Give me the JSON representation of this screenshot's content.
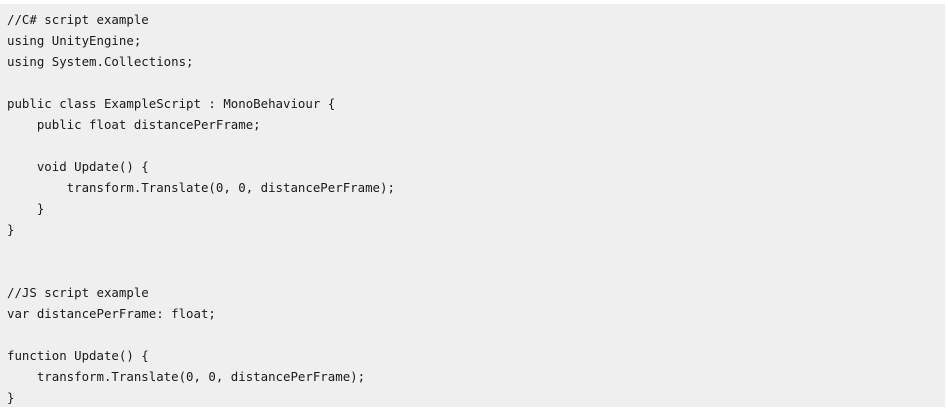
{
  "code": {
    "lines": [
      "//C# script example",
      "using UnityEngine;",
      "using System.Collections;",
      "",
      "public class ExampleScript : MonoBehaviour {",
      "    public float distancePerFrame;",
      "",
      "    void Update() {",
      "        transform.Translate(0, 0, distancePerFrame);",
      "    }",
      "}",
      "",
      "",
      "//JS script example",
      "var distancePerFrame: float;",
      "",
      "function Update() {",
      "    transform.Translate(0, 0, distancePerFrame);",
      "}"
    ]
  },
  "colors": {
    "background": "#efefef",
    "text": "#1a1a1a"
  }
}
